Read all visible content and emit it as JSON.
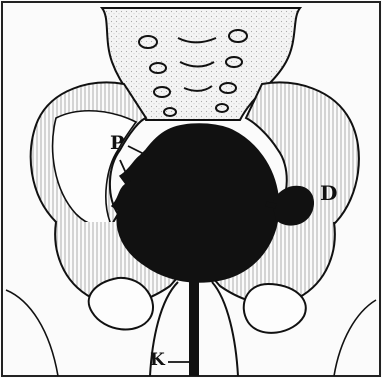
{
  "figure": {
    "labels": {
      "p": "P",
      "d": "D",
      "k": "K"
    },
    "colors": {
      "ink": "#111111",
      "paper": "#fbfbfb",
      "hatch": "#8a8a8a"
    }
  }
}
